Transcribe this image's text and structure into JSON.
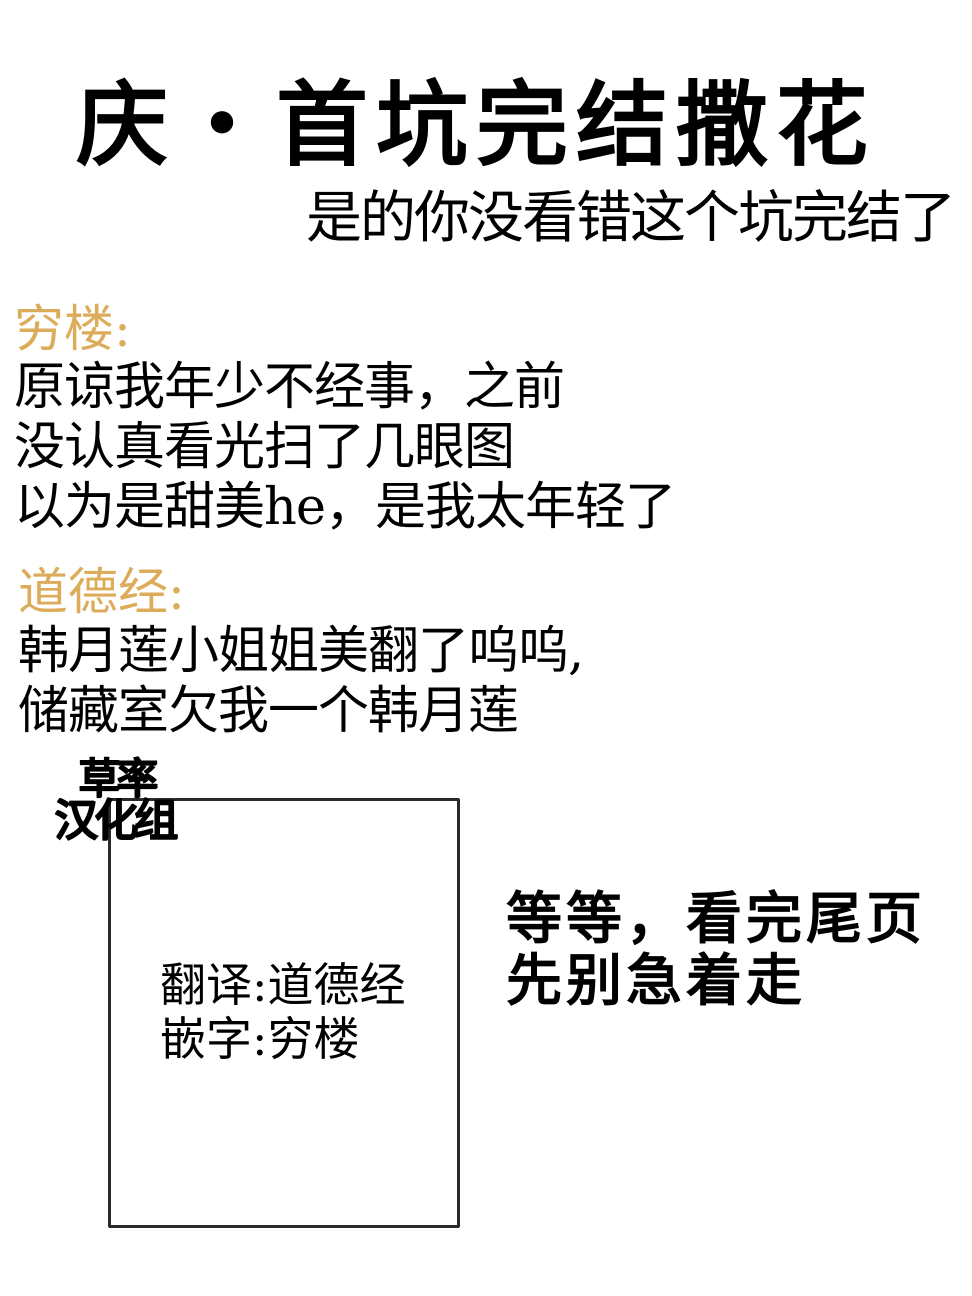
{
  "header": {
    "title": "庆・首坑完结撒花",
    "subtitle": "是的你没看错这个坑完结了"
  },
  "colors": {
    "heading_gold": "#dcac5a",
    "text": "#000000",
    "background": "#ffffff"
  },
  "sections": [
    {
      "heading": "穷楼:",
      "lines": [
        "原谅我年少不经事，之前",
        "没认真看光扫了几眼图",
        "以为是甜美he，是我太年轻了"
      ]
    },
    {
      "heading": "道德经:",
      "lines": [
        "韩月莲小姐姐美翻了呜呜,",
        "储藏室欠我一个韩月莲"
      ]
    }
  ],
  "group_logo": {
    "line1": "草率",
    "line2": "汉化组"
  },
  "credits": {
    "translation": "翻译:道德经",
    "typesetting": "嵌字:穷楼"
  },
  "note": {
    "line1": "等等，看完尾页",
    "line2": "先别急着走"
  }
}
